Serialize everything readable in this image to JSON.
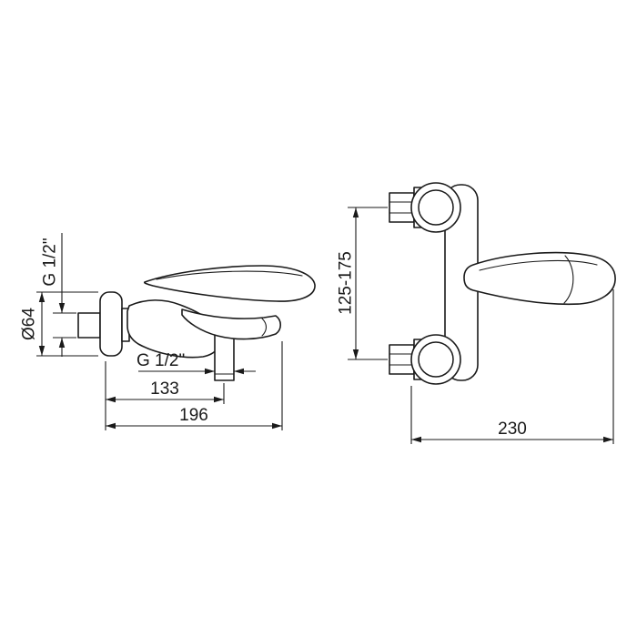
{
  "drawing": {
    "side_view": {
      "wall_thread": "G 1/2\"",
      "flange_diameter": "Ø64",
      "outlet_thread": "G 1/2\"",
      "outlet_distance": "133",
      "total_projection": "196"
    },
    "front_view": {
      "mounting_centers": "125-175",
      "overall_width": "230"
    }
  }
}
